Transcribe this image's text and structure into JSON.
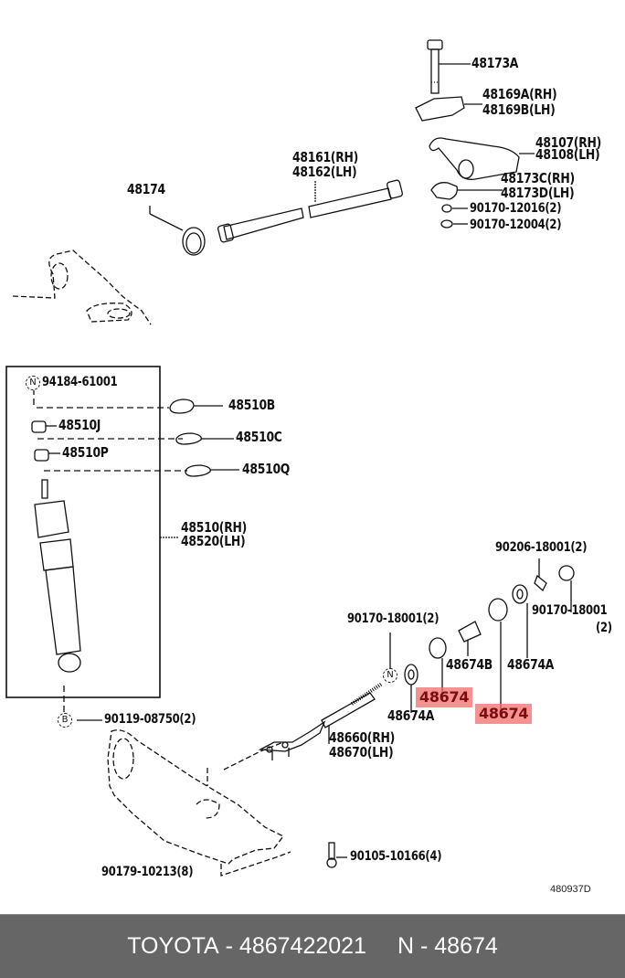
{
  "diagram": {
    "title": "Toyota rear suspension parts diagram",
    "drawing_code": "480937D",
    "labels": {
      "p48173A": "48173A",
      "p48169A": "48169A(RH)",
      "p48169B": "48169B(LH)",
      "p48107": "48107(RH)",
      "p48108": "48108(LH)",
      "p48173C": "48173C(RH)",
      "p48173D": "48173D(LH)",
      "p9017012016": "90170-12016(2)",
      "p9017012004": "90170-12004(2)",
      "p48161": "48161(RH)",
      "p48162": "48162(LH)",
      "p48174": "48174",
      "p9418461001": "94184-61001",
      "p48510B": "48510B",
      "p48510J": "48510J",
      "p48510C": "48510C",
      "p48510P": "48510P",
      "p48510Q": "48510Q",
      "p48510": "48510(RH)",
      "p48520": "48520(LH)",
      "p9011908750": "90119-08750(2)",
      "p9020618001": "90206-18001(2)",
      "p9017018001a": "90170-18001(2)",
      "p9017018001b": "90170-18001",
      "p9017018001b_qty": "(2)",
      "p48674B": "48674B",
      "p48674A_1": "48674A",
      "p48674A_2": "48674A",
      "p48660": "48660(RH)",
      "p48670": "48670(LH)",
      "p9010510166": "90105-10166(4)",
      "p9017910213": "90179-10213(8)"
    },
    "symbols": {
      "n_marker": "N",
      "b_marker": "B"
    },
    "highlighted": [
      {
        "label": "48674"
      },
      {
        "label": "48674"
      }
    ],
    "highlight_color": "#f06e6e"
  },
  "footer": {
    "brand": "TOYOTA",
    "part_number": "4867422021",
    "n_prefix": "N",
    "n_value": "48674",
    "dash": "-",
    "background": "#666666"
  }
}
